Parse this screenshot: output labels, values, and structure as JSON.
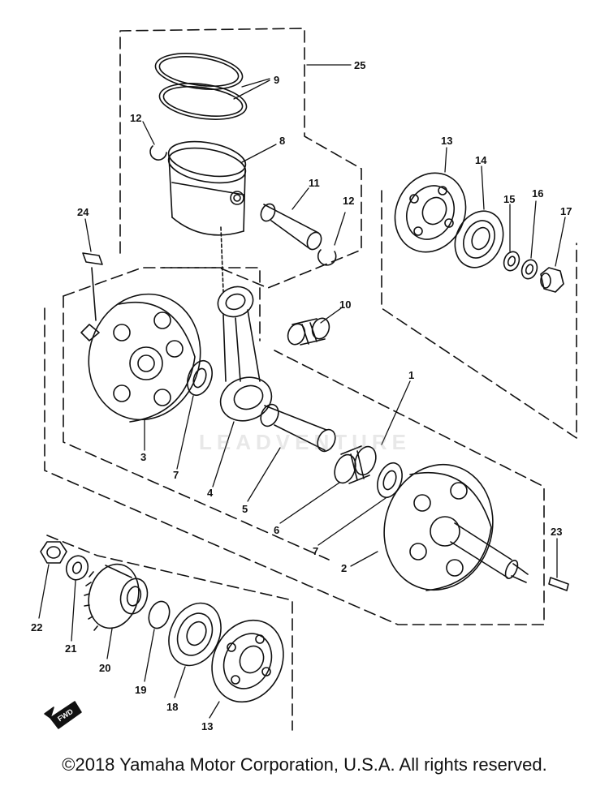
{
  "labels": [
    {
      "id": "l25a",
      "text": "25"
    },
    {
      "id": "l9",
      "text": "9"
    },
    {
      "id": "l12a",
      "text": "12"
    },
    {
      "id": "l8",
      "text": "8"
    },
    {
      "id": "l11",
      "text": "11"
    },
    {
      "id": "l12b",
      "text": "12"
    },
    {
      "id": "l24",
      "text": "24"
    },
    {
      "id": "l13a",
      "text": "13"
    },
    {
      "id": "l14",
      "text": "14"
    },
    {
      "id": "l15",
      "text": "15"
    },
    {
      "id": "l16",
      "text": "16"
    },
    {
      "id": "l17",
      "text": "17"
    },
    {
      "id": "l10",
      "text": "10"
    },
    {
      "id": "l1",
      "text": "1"
    },
    {
      "id": "l3",
      "text": "3"
    },
    {
      "id": "l7a",
      "text": "7"
    },
    {
      "id": "l4",
      "text": "4"
    },
    {
      "id": "l5",
      "text": "5"
    },
    {
      "id": "l6",
      "text": "6"
    },
    {
      "id": "l7b",
      "text": "7"
    },
    {
      "id": "l2",
      "text": "2"
    },
    {
      "id": "l23",
      "text": "23"
    },
    {
      "id": "l22",
      "text": "22"
    },
    {
      "id": "l21",
      "text": "21"
    },
    {
      "id": "l20",
      "text": "20"
    },
    {
      "id": "l19",
      "text": "19"
    },
    {
      "id": "l18",
      "text": "18"
    },
    {
      "id": "l13b",
      "text": "13"
    }
  ],
  "fwd_mark": "FWD",
  "watermark": "LEADVENTURE",
  "copyright": "©2018 Yamaha Motor Corporation, U.S.A. All rights reserved."
}
